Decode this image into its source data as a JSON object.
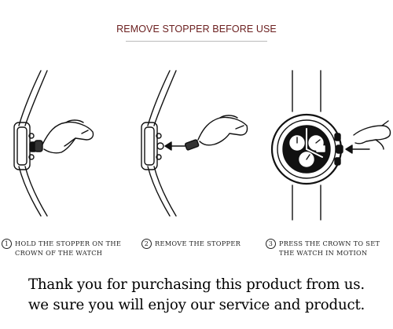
{
  "header": {
    "title": "REMOVE STOPPER BEFORE USE"
  },
  "steps": [
    {
      "number": "1",
      "text": "HOLD THE STOPPER ON THE CROWN OF THE WATCH"
    },
    {
      "number": "2",
      "text": "REMOVE THE STOPPER"
    },
    {
      "number": "3",
      "text": "PRESS THE CROWN TO SET THE WATCH IN MOTION"
    }
  ],
  "footer": {
    "line1": "Thank you for purchasing this product from us.",
    "line2": "we sure you will enjoy our service and product."
  },
  "colors": {
    "header_text": "#6b1f1f",
    "ink": "#111111"
  }
}
